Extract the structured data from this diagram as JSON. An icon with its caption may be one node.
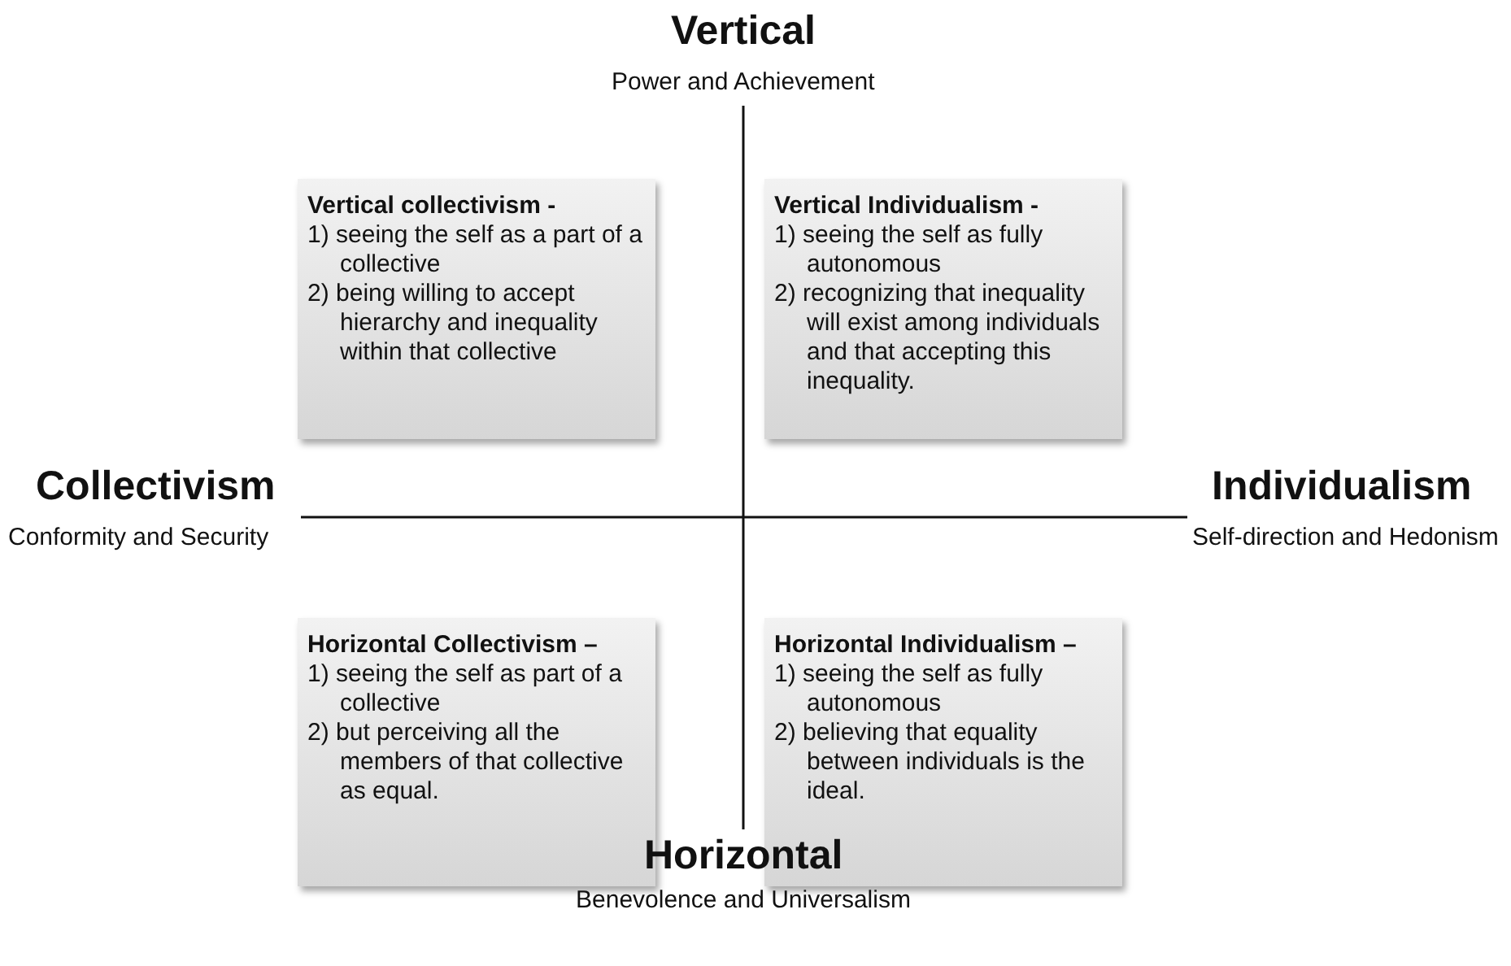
{
  "diagram": {
    "nodes": [
      {
        "text": [
          "Vertical collectivism -",
          "1) seeing the self as a part of a collective",
          "2) being willing to accept hierarchy and inequality within that collective"
        ]
      },
      {
        "text": [
          "Vertical Individualism -",
          "1) seeing the self as fully autonomous",
          "2) recognizing that inequality will exist among individuals and that accepting this inequality."
        ]
      },
      {
        "text": [
          "Horizontal Collectivism –",
          "1) seeing the self as part of a collective",
          "2) but perceiving all the members of that collective as equal."
        ]
      },
      {
        "text": [
          "Horizontal Individualism –",
          "1) seeing the self as fully autonomous",
          "2) believing that equality between individuals is the ideal."
        ]
      }
    ],
    "edges": [],
    "labels": [
      "Vertical",
      "Power and Achievement",
      "Collectivism",
      "Individualism",
      "Conformity and Security",
      "Self-direction and Hedonism",
      "Horizontal",
      "Benevolence and Universalism"
    ]
  }
}
